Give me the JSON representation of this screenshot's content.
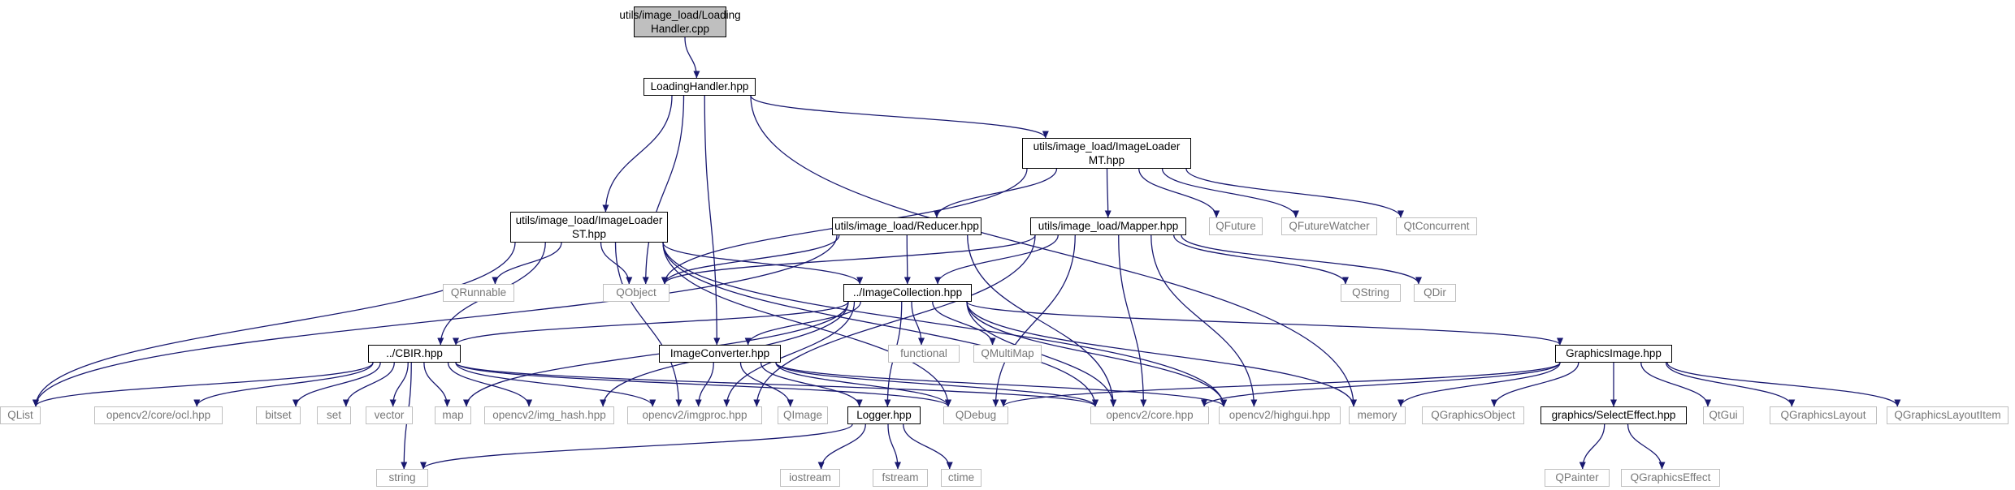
{
  "diagram": {
    "type": "include-dependency-graph",
    "colors": {
      "edge": "#191970",
      "root_fill": "#bfbfbf",
      "documented_border": "#000000",
      "external_border": "#bfbfbf",
      "external_text": "#777777"
    },
    "nodes": [
      {
        "id": "root",
        "label": "utils/image_load/Loading Handler.cpp",
        "kind": "root"
      },
      {
        "id": "lh",
        "label": "LoadingHandler.hpp",
        "kind": "documented"
      },
      {
        "id": "mt",
        "label": "utils/image_load/ImageLoader MT.hpp",
        "kind": "documented"
      },
      {
        "id": "st",
        "label": "utils/image_load/ImageLoader ST.hpp",
        "kind": "documented"
      },
      {
        "id": "red",
        "label": "utils/image_load/Reducer.hpp",
        "kind": "documented"
      },
      {
        "id": "map",
        "label": "utils/image_load/Mapper.hpp",
        "kind": "documented"
      },
      {
        "id": "qfut",
        "label": "QFuture",
        "kind": "external"
      },
      {
        "id": "qfw",
        "label": "QFutureWatcher",
        "kind": "external"
      },
      {
        "id": "qtc",
        "label": "QtConcurrent",
        "kind": "external"
      },
      {
        "id": "qrun",
        "label": "QRunnable",
        "kind": "external"
      },
      {
        "id": "qobj",
        "label": "QObject",
        "kind": "external"
      },
      {
        "id": "qstr",
        "label": "QString",
        "kind": "external"
      },
      {
        "id": "qdir",
        "label": "QDir",
        "kind": "external"
      },
      {
        "id": "icol",
        "label": "../ImageCollection.hpp",
        "kind": "documented"
      },
      {
        "id": "cbir",
        "label": "../CBIR.hpp",
        "kind": "documented"
      },
      {
        "id": "iconv",
        "label": "ImageConverter.hpp",
        "kind": "documented"
      },
      {
        "id": "func",
        "label": "functional",
        "kind": "external"
      },
      {
        "id": "qmm",
        "label": "QMultiMap",
        "kind": "external"
      },
      {
        "id": "gimg",
        "label": "GraphicsImage.hpp",
        "kind": "documented"
      },
      {
        "id": "qlist",
        "label": "QList",
        "kind": "external"
      },
      {
        "id": "ocl",
        "label": "opencv2/core/ocl.hpp",
        "kind": "external"
      },
      {
        "id": "bitset",
        "label": "bitset",
        "kind": "external"
      },
      {
        "id": "set",
        "label": "set",
        "kind": "external"
      },
      {
        "id": "vector",
        "label": "vector",
        "kind": "external"
      },
      {
        "id": "stdmap",
        "label": "map",
        "kind": "external"
      },
      {
        "id": "hash",
        "label": "opencv2/img_hash.hpp",
        "kind": "external"
      },
      {
        "id": "imgproc",
        "label": "opencv2/imgproc.hpp",
        "kind": "external"
      },
      {
        "id": "qimage",
        "label": "QImage",
        "kind": "external"
      },
      {
        "id": "logger",
        "label": "Logger.hpp",
        "kind": "documented"
      },
      {
        "id": "qdebug",
        "label": "QDebug",
        "kind": "external"
      },
      {
        "id": "core",
        "label": "opencv2/core.hpp",
        "kind": "external"
      },
      {
        "id": "highgui",
        "label": "opencv2/highgui.hpp",
        "kind": "external"
      },
      {
        "id": "memory",
        "label": "memory",
        "kind": "external"
      },
      {
        "id": "qgo",
        "label": "QGraphicsObject",
        "kind": "external"
      },
      {
        "id": "sel",
        "label": "graphics/SelectEffect.hpp",
        "kind": "documented"
      },
      {
        "id": "qtgui",
        "label": "QtGui",
        "kind": "external"
      },
      {
        "id": "qgl",
        "label": "QGraphicsLayout",
        "kind": "external"
      },
      {
        "id": "qgli",
        "label": "QGraphicsLayoutItem",
        "kind": "external"
      },
      {
        "id": "string",
        "label": "string",
        "kind": "external"
      },
      {
        "id": "iostream",
        "label": "iostream",
        "kind": "external"
      },
      {
        "id": "fstream",
        "label": "fstream",
        "kind": "external"
      },
      {
        "id": "ctime",
        "label": "ctime",
        "kind": "external"
      },
      {
        "id": "qpainter",
        "label": "QPainter",
        "kind": "external"
      },
      {
        "id": "qge",
        "label": "QGraphicsEffect",
        "kind": "external"
      }
    ],
    "edges": [
      [
        "root",
        "lh"
      ],
      [
        "lh",
        "mt"
      ],
      [
        "lh",
        "st"
      ],
      [
        "lh",
        "qobj"
      ],
      [
        "lh",
        "iconv"
      ],
      [
        "lh",
        "memory"
      ],
      [
        "mt",
        "qobj"
      ],
      [
        "mt",
        "red"
      ],
      [
        "mt",
        "map"
      ],
      [
        "mt",
        "qfut"
      ],
      [
        "mt",
        "qfw"
      ],
      [
        "mt",
        "qtc"
      ],
      [
        "st",
        "qlist"
      ],
      [
        "st",
        "cbir"
      ],
      [
        "st",
        "qrun"
      ],
      [
        "st",
        "qobj"
      ],
      [
        "st",
        "imgproc"
      ],
      [
        "st",
        "icol"
      ],
      [
        "st",
        "qdebug"
      ],
      [
        "st",
        "core"
      ],
      [
        "st",
        "highgui"
      ],
      [
        "red",
        "qobj"
      ],
      [
        "red",
        "icol"
      ],
      [
        "red",
        "qlist"
      ],
      [
        "red",
        "core"
      ],
      [
        "map",
        "qobj"
      ],
      [
        "map",
        "icol"
      ],
      [
        "map",
        "qdebug"
      ],
      [
        "map",
        "qstr"
      ],
      [
        "map",
        "qdir"
      ],
      [
        "map",
        "imgproc"
      ],
      [
        "map",
        "core"
      ],
      [
        "map",
        "highgui"
      ],
      [
        "icol",
        "cbir"
      ],
      [
        "icol",
        "iconv"
      ],
      [
        "icol",
        "stdmap"
      ],
      [
        "icol",
        "hash"
      ],
      [
        "icol",
        "imgproc"
      ],
      [
        "icol",
        "logger"
      ],
      [
        "icol",
        "func"
      ],
      [
        "icol",
        "qmm"
      ],
      [
        "icol",
        "core"
      ],
      [
        "icol",
        "highgui"
      ],
      [
        "icol",
        "memory"
      ],
      [
        "icol",
        "gimg"
      ],
      [
        "cbir",
        "qlist"
      ],
      [
        "cbir",
        "ocl"
      ],
      [
        "cbir",
        "bitset"
      ],
      [
        "cbir",
        "set"
      ],
      [
        "cbir",
        "vector"
      ],
      [
        "cbir",
        "stdmap"
      ],
      [
        "cbir",
        "hash"
      ],
      [
        "cbir",
        "imgproc"
      ],
      [
        "cbir",
        "qdebug"
      ],
      [
        "cbir",
        "core"
      ],
      [
        "cbir",
        "string"
      ],
      [
        "iconv",
        "imgproc"
      ],
      [
        "iconv",
        "qimage"
      ],
      [
        "iconv",
        "logger"
      ],
      [
        "iconv",
        "qdebug"
      ],
      [
        "iconv",
        "core"
      ],
      [
        "iconv",
        "highgui"
      ],
      [
        "logger",
        "string"
      ],
      [
        "logger",
        "iostream"
      ],
      [
        "logger",
        "fstream"
      ],
      [
        "logger",
        "ctime"
      ],
      [
        "gimg",
        "qdebug"
      ],
      [
        "gimg",
        "core"
      ],
      [
        "gimg",
        "memory"
      ],
      [
        "gimg",
        "qgo"
      ],
      [
        "gimg",
        "sel"
      ],
      [
        "gimg",
        "qtgui"
      ],
      [
        "gimg",
        "qgl"
      ],
      [
        "gimg",
        "qgli"
      ],
      [
        "sel",
        "qpainter"
      ],
      [
        "sel",
        "qge"
      ]
    ]
  }
}
